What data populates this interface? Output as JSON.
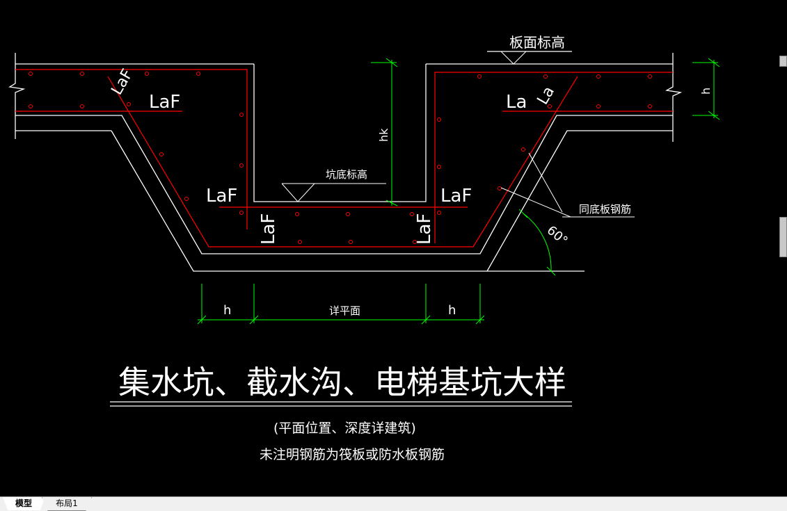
{
  "drawing": {
    "labels": {
      "board_top_elevation": "板面标高",
      "pit_bottom_elevation": "坑底标高",
      "same_as_bottom_rebar": "同底板钢筋",
      "laf_left_diag": "LaF",
      "laf_left_top": "LaF",
      "laf_left_mid": "LaF",
      "laf_left_vert": "LaF",
      "laf_right_mid": "LaF",
      "laf_right_vert": "LaF",
      "la_right_top": "La",
      "la_right_diag": "La",
      "h_right": "h",
      "hk": "hk",
      "angle": "60°",
      "dim_h_left": "h",
      "dim_detail_plan": "详平面",
      "dim_h_right": "h"
    },
    "title": "集水坑、截水沟、电梯基坑大样",
    "note1": "(平面位置、深度详建筑)",
    "note2": "未注明钢筋为筏板或防水板钢筋"
  },
  "tabs": {
    "model": "模型",
    "layout1": "布局1"
  },
  "colors": {
    "background": "#000000",
    "concrete": "#ffffff",
    "rebar": "#ff0000",
    "dimension": "#00ff00"
  }
}
